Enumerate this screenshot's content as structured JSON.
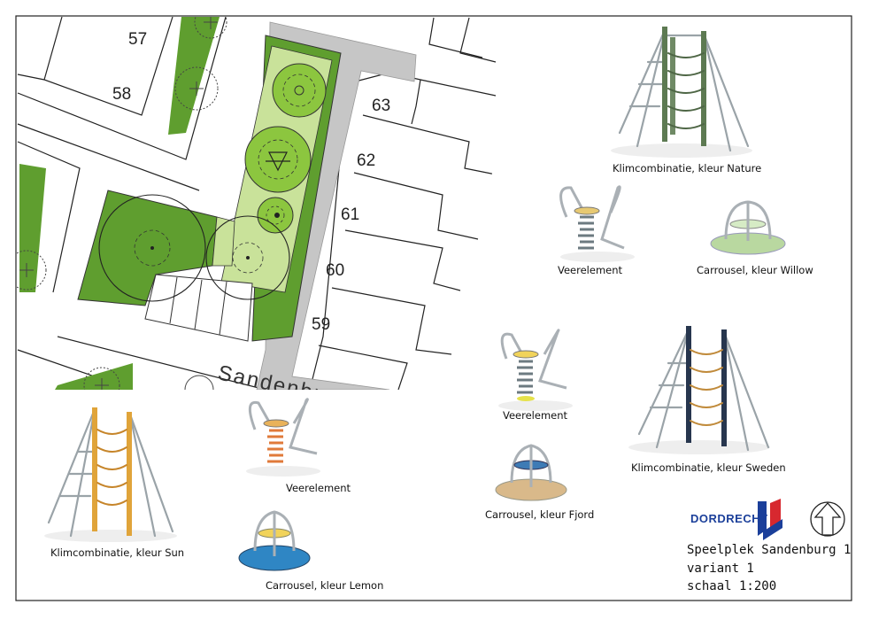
{
  "map": {
    "house_numbers": [
      "57",
      "58",
      "63",
      "62",
      "61",
      "60",
      "59"
    ],
    "street_name": "Sandenbu"
  },
  "equipment_labels": {
    "klim_nature": "Klimcombinatie, kleur Nature",
    "veer_top": "Veerelement",
    "carrousel_willow": "Carrousel, kleur Willow",
    "veer_middle": "Veerelement",
    "klim_sweden": "Klimcombinatie, kleur Sweden",
    "carrousel_fjord": "Carrousel, kleur Fjord",
    "klim_sun": "Klimcombinatie, kleur Sun",
    "veer_bottom": "Veerelement",
    "carrousel_lemon": "Carrousel, kleur Lemon"
  },
  "logo": {
    "text": "DORDRECHT"
  },
  "title_block": {
    "line1": "Speelplek Sandenburg 1",
    "line2": "variant 1",
    "line3": "schaal 1:200"
  },
  "colors": {
    "green_dark": "#5f9e2f",
    "green_light": "#c9e29a",
    "green_bright": "#8cc63f",
    "road_grey": "#c4c4c4",
    "nature_green": "#5d7a52",
    "sweden_blue": "#27364e",
    "sun_orange": "#e0a43a",
    "fjord_blue": "#3e7bb5",
    "lemon_yellow": "#f1d35a",
    "willow_green": "#b9d8a0",
    "dordrecht_blue": "#1b3f9a",
    "dordrecht_red": "#d7282f"
  }
}
